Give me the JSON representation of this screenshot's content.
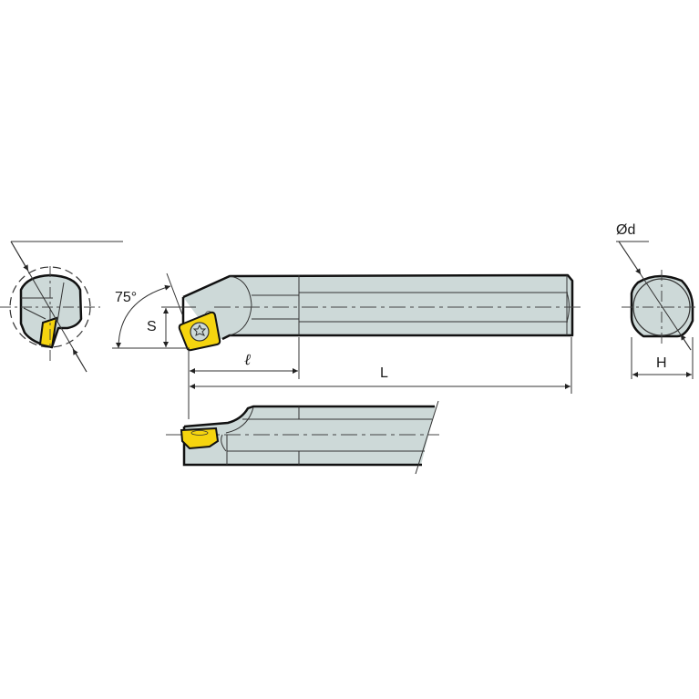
{
  "drawing": {
    "title": "Boring bar with insert - dimensional drawing",
    "colors": {
      "body": "#cdd9d8",
      "insert": "#f5d40f",
      "outline": "#111111",
      "dim_line": "#333333",
      "center_line": "#444444"
    },
    "labels": {
      "angle": "75°",
      "s": "S",
      "l_small": "ℓ",
      "l_total": "L",
      "diameter": "Ød",
      "height": "H"
    },
    "views": [
      {
        "id": "front-left",
        "description": "End view from cutting side"
      },
      {
        "id": "top",
        "description": "Top view of bar with insert"
      },
      {
        "id": "side",
        "description": "Side view of bar head"
      },
      {
        "id": "end-right",
        "description": "End view of shank"
      }
    ]
  }
}
